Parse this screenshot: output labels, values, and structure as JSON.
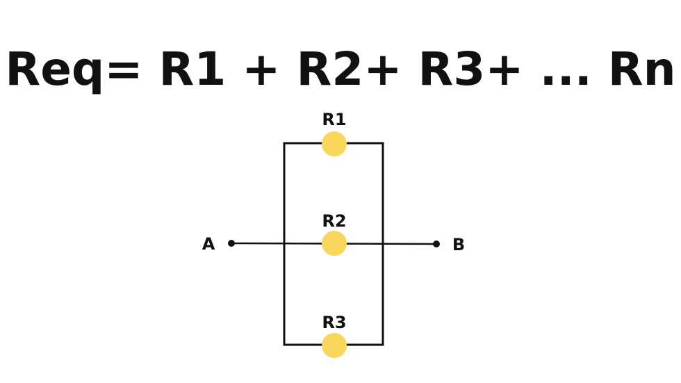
{
  "formula": "Req= R1 + R2+ R3+ ... Rn",
  "colors": {
    "resistor": "#f8d75a",
    "wire": "#111111",
    "text": "#111111"
  },
  "labels": {
    "r1": "R1",
    "r2": "R2",
    "r3": "R3",
    "node_a": "A",
    "node_b": "B"
  }
}
